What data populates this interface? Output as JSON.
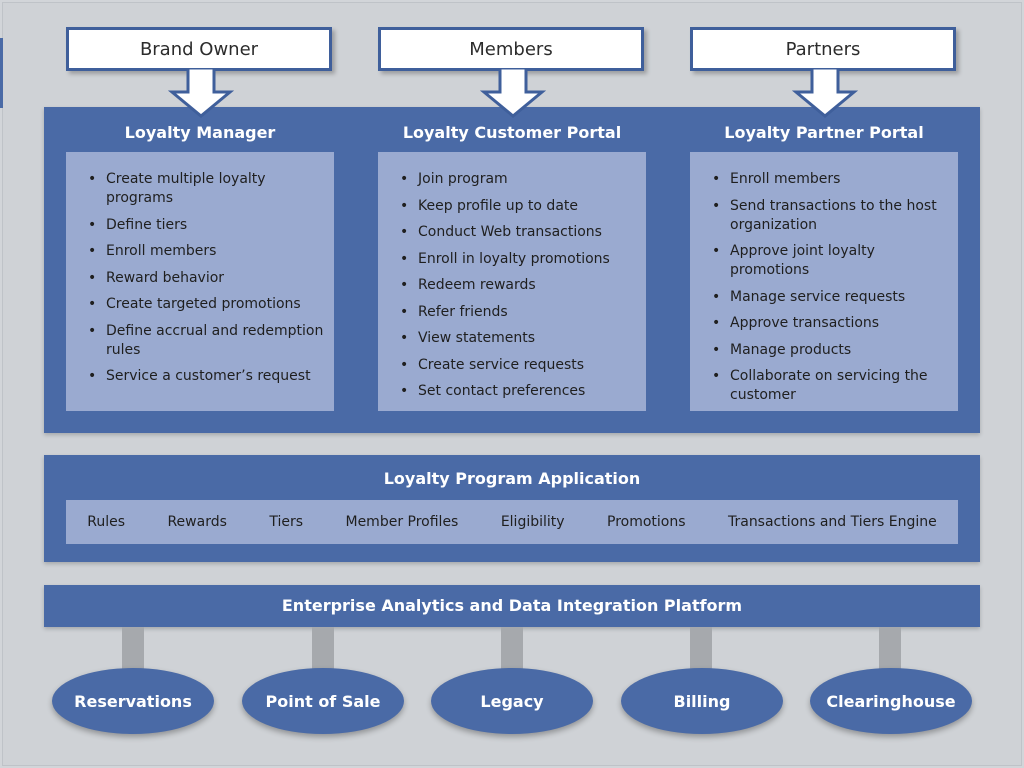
{
  "actors": [
    "Brand Owner",
    "Members",
    "Partners"
  ],
  "portals": [
    {
      "title": "Loyalty Manager",
      "items": [
        "Create multiple loyalty programs",
        "Define tiers",
        "Enroll members",
        "Reward behavior",
        "Create targeted promotions",
        "Define accrual and redemption rules",
        "Service a customer’s request"
      ]
    },
    {
      "title": "Loyalty Customer Portal",
      "items": [
        "Join program",
        "Keep profile up to date",
        "Conduct Web transactions",
        "Enroll in loyalty promotions",
        "Redeem rewards",
        "Refer friends",
        "View statements",
        "Create service requests",
        "Set contact preferences"
      ]
    },
    {
      "title": "Loyalty Partner Portal",
      "items": [
        "Enroll members",
        "Send transactions to the host organization",
        "Approve joint loyalty promotions",
        "Manage service requests",
        "Approve transactions",
        "Manage products",
        "Collaborate on servicing the customer"
      ]
    }
  ],
  "application": {
    "title": "Loyalty Program Application",
    "modules": [
      "Rules",
      "Rewards",
      "Tiers",
      "Member Profiles",
      "Eligibility",
      "Promotions",
      "Transactions and Tiers Engine"
    ]
  },
  "platform": {
    "title": "Enterprise Analytics and Data Integration Platform"
  },
  "systems": [
    "Reservations",
    "Point of Sale",
    "Legacy",
    "Billing",
    "Clearinghouse"
  ],
  "colors": {
    "band": "#4a6aa6",
    "panel": "#9aaad0",
    "background": "#d2d5d9",
    "connector": "#a6a9ad"
  }
}
